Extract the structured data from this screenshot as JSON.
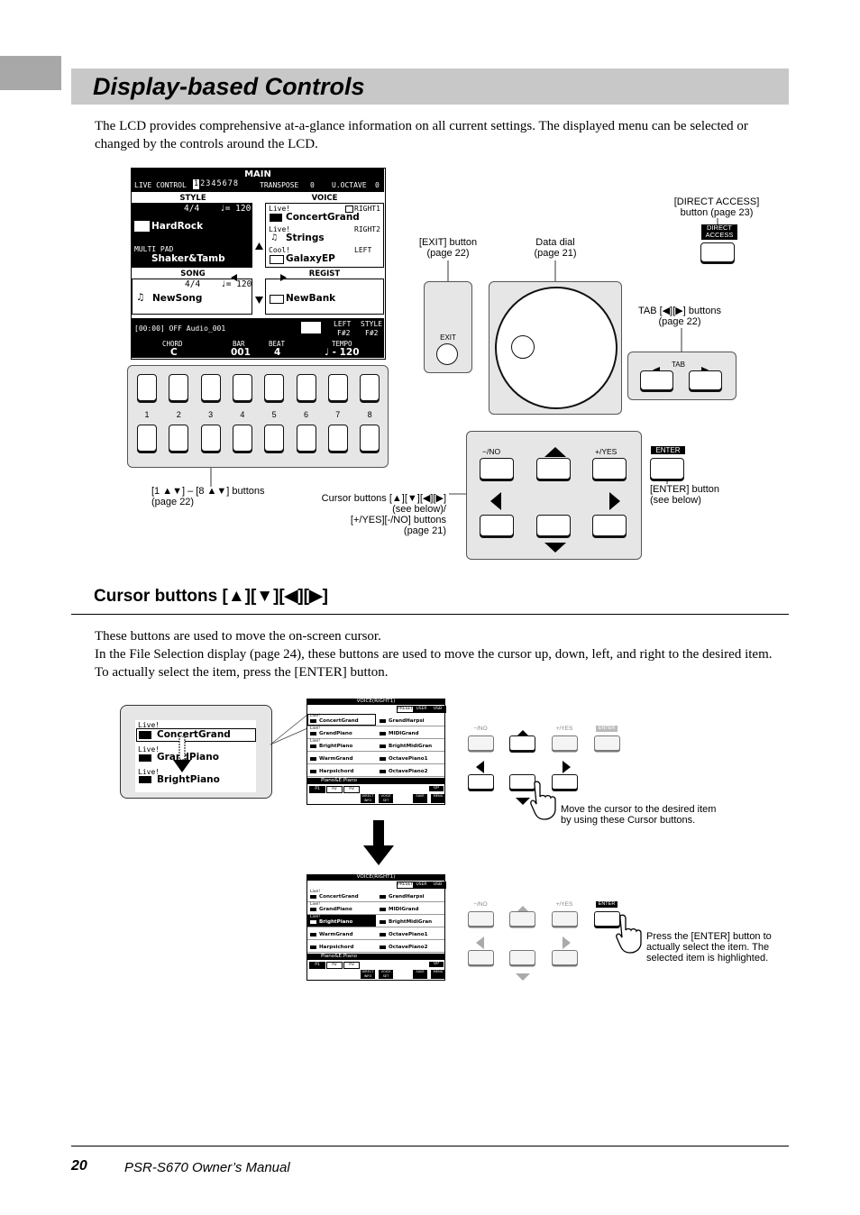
{
  "page": {
    "section_title": "Display-based Controls",
    "intro": "The LCD provides comprehensive at-a-glance information on all current settings. The displayed menu can be selected or changed by the controls around the LCD.",
    "page_number": "20",
    "manual_name": "PSR-S670 Owner’s Manual"
  },
  "lcd_main": {
    "title": "MAIN",
    "live_control": "LIVE CONTROL",
    "live_digits": [
      "1",
      "2",
      "3",
      "4",
      "5",
      "6",
      "7",
      "8"
    ],
    "transpose": "TRANSPOSE",
    "transpose_val": "0",
    "uoctave": "U.OCTAVE",
    "uoctave_val": "0",
    "style_hdr": "STYLE",
    "style_time": "4/4",
    "style_tempo": "♩= 120",
    "style_name": "HardRock",
    "multipad_hdr": "MULTI PAD",
    "multipad_name": "Shaker&Tamb",
    "voice_hdr": "VOICE",
    "v1_tag": "Live!",
    "v1_part": "RIGHT1",
    "v1_name": "ConcertGrand",
    "v2_tag": "Live!",
    "v2_part": "RIGHT2",
    "v2_name": "Strings",
    "v3_tag": "Cool!",
    "v3_part": "LEFT",
    "v3_name": "GalaxyEP",
    "song_hdr": "SONG",
    "song_time": "4/4",
    "song_tempo": "♩= 120",
    "song_name": "NewSong",
    "regist_hdr": "REGIST",
    "regist_name": "NewBank",
    "status_left": "[00:00] OFF Audio_001",
    "left_lbl": "LEFT",
    "left_val": "F#2",
    "style_lbl": "STYLE",
    "style_val": "F#2",
    "chord_lbl": "CHORD",
    "chord_val": "C",
    "bar_lbl": "BAR",
    "bar_val": "001",
    "beat_lbl": "BEAT",
    "beat_val": "4",
    "tempo_lbl": "TEMPO",
    "tempo_val": "♩ - 120"
  },
  "controls": {
    "number_labels": [
      "1",
      "2",
      "3",
      "4",
      "5",
      "6",
      "7",
      "8"
    ],
    "exit_label": "EXIT",
    "tab_label": "TAB",
    "direct_access_label": "DIRECT ACCESS",
    "enter_label": "ENTER",
    "no_label": "−/NO",
    "yes_label": "+/YES"
  },
  "callouts": {
    "direct_access": "[DIRECT ACCESS]\nbutton (page 23)",
    "exit": "[EXIT] button\n(page 22)",
    "data_dial": "Data dial\n(page 21)",
    "tab": "TAB [◀][▶] buttons\n(page 22)",
    "number_buttons": "[1 ▲▼] – [8 ▲▼] buttons\n(page 22)",
    "cursor": "Cursor buttons [▲][▼][◀][▶]\n(see below)/\n[+/YES][-/NO] buttons\n(page 21)",
    "enter": "[ENTER] button\n(see below)"
  },
  "cursor_section": {
    "heading": "Cursor buttons [▲][▼][◀][▶]",
    "para1": "These buttons are used to move the on-screen cursor.",
    "para2": "In the File Selection display (page 24), these buttons are used to move the cursor up, down, left, and right to the desired item. To actually select the item, press the [ENTER] button.",
    "move_caption": "Move the cursor to the desired item\nby using these Cursor buttons.",
    "enter_caption": "Press the [ENTER] button to\nactually select the item. The\nselected item is highlighted."
  },
  "zoom": {
    "tag": "Live!",
    "items": [
      "ConcertGrand",
      "GrandPiano",
      "BrightPiano"
    ]
  },
  "voice_screen": {
    "title": "VOICE(RIGHT1)",
    "tabs": [
      "PRESET",
      "USER",
      "USB"
    ],
    "left_items": [
      "ConcertGrand",
      "GrandPiano",
      "BrightPiano",
      "WarmGrand",
      "Harpsichord"
    ],
    "right_items": [
      "GrandHarpsi",
      "MIDIGrand",
      "BrightMidiGran",
      "OctavePiano1",
      "OctavePiano2"
    ],
    "tag": "Live!",
    "category": "Piano&E.Piano",
    "pages": [
      "P1",
      "P2",
      "P3"
    ],
    "up_label": "UP",
    "bottom_btns": [
      "DIRECT INFO",
      "VOICE SET",
      "SAVE",
      "MENU"
    ]
  }
}
